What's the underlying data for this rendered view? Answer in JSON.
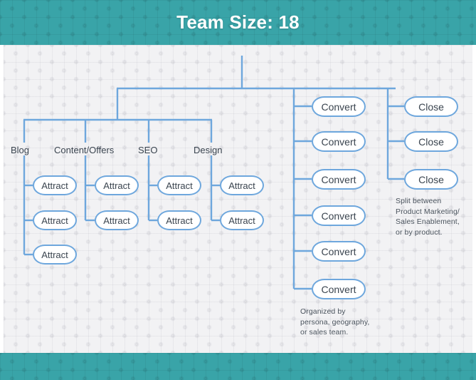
{
  "header": {
    "title": "Team Size: 18",
    "bg_color": "#39a4a8",
    "text_color": "#ffffff"
  },
  "footer": {
    "bg_color": "#39a4a8"
  },
  "board": {
    "bg_color": "#f2f2f4"
  },
  "theme": {
    "node_border": "#6ea7dd",
    "node_fill": "#ffffff",
    "connector": "#6ea7dd",
    "text": "#3a444f"
  },
  "chart_data": {
    "type": "diagram",
    "title": "Team Size: 18",
    "columns": [
      {
        "label": "Blog",
        "nodes": [
          "Attract",
          "Attract",
          "Attract"
        ]
      },
      {
        "label": "Content/Offers",
        "nodes": [
          "Attract",
          "Attract"
        ]
      },
      {
        "label": "SEO",
        "nodes": [
          "Attract",
          "Attract"
        ]
      },
      {
        "label": "Design",
        "nodes": [
          "Attract",
          "Attract"
        ]
      },
      {
        "label": "",
        "nodes": [
          "Convert",
          "Convert",
          "Convert",
          "Convert",
          "Convert",
          "Convert"
        ]
      },
      {
        "label": "",
        "nodes": [
          "Close",
          "Close",
          "Close"
        ]
      }
    ],
    "total_nodes": 18,
    "annotations": [
      "Split between\nProduct Marketing/\nSales Enablement,\nor by product.",
      "Organized by\npersona, geography,\nor sales team."
    ]
  },
  "labels": {
    "blog": "Blog",
    "content_offers": "Content/Offers",
    "seo": "SEO",
    "design": "Design"
  },
  "nodes": {
    "blog": [
      "Attract",
      "Attract",
      "Attract"
    ],
    "content": [
      "Attract",
      "Attract"
    ],
    "seo": [
      "Attract",
      "Attract"
    ],
    "design": [
      "Attract",
      "Attract"
    ],
    "convert": [
      "Convert",
      "Convert",
      "Convert",
      "Convert",
      "Convert",
      "Convert"
    ],
    "close": [
      "Close",
      "Close",
      "Close"
    ]
  },
  "notes": {
    "close_note": "Split between\nProduct Marketing/\nSales Enablement,\nor by product.",
    "convert_note": "Organized by\npersona, geography,\nor sales team."
  }
}
